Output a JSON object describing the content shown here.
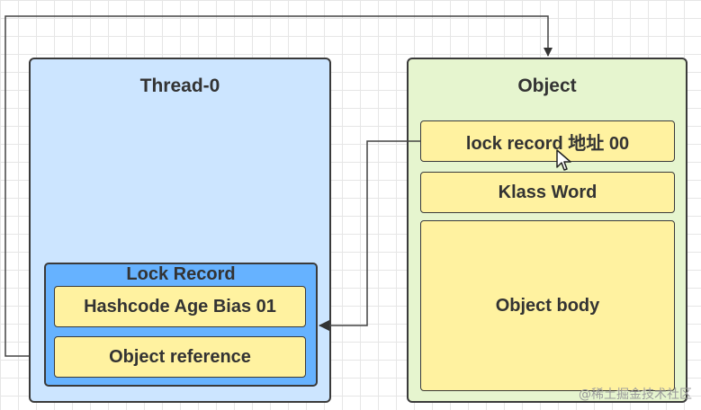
{
  "thread": {
    "title": "Thread-0",
    "lock_record": {
      "title": "Lock Record",
      "fields": [
        "Hashcode Age Bias 01",
        "Object reference"
      ]
    }
  },
  "object": {
    "title": "Object",
    "fields": [
      "lock record 地址 00",
      "Klass Word",
      "Object body"
    ]
  },
  "watermark": "@稀土掘金技术社区"
}
